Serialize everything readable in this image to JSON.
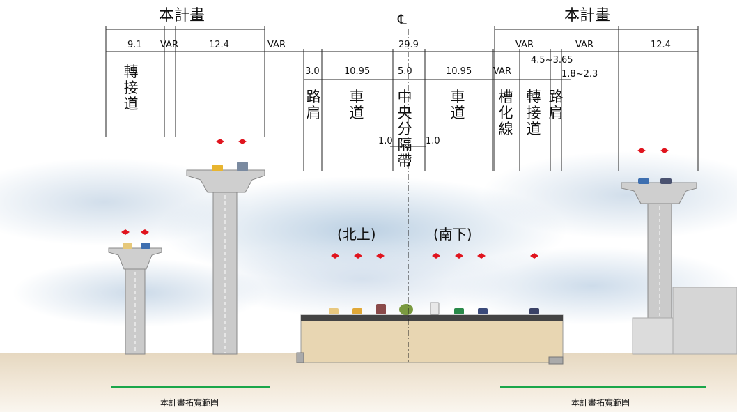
{
  "titles": {
    "left": "本計畫",
    "right": "本計畫",
    "centerline": "℄"
  },
  "dimensions_top": {
    "left_a": "9.1",
    "left_var": "VAR",
    "left_b": "12.4",
    "mid_var": "VAR",
    "total": "29.9",
    "right_var1": "VAR",
    "right_var2": "VAR",
    "right_b": "12.4"
  },
  "dimensions_sub": {
    "shoulder": "3.0",
    "lane_n": "10.95",
    "median": "5.0",
    "lane_s": "10.95",
    "var": "VAR",
    "ramp_range": "4.5~3.65",
    "shoulder_range": "1.8~2.3",
    "median_left": "1.0",
    "median_right": "1.0"
  },
  "labels": {
    "ramp_left": "轉接道",
    "shoulder_left": "路肩",
    "lane_left": "車道",
    "median": "中央分隔帶",
    "lane_right": "車道",
    "channel": "槽化線",
    "ramp_right": "轉接道",
    "shoulder_right": "路肩"
  },
  "directions": {
    "north": "(北上)",
    "south": "(南下)"
  },
  "captions": {
    "left": "本計畫拓寬範圍",
    "right": "本計畫拓寬範圍"
  },
  "colors": {
    "marker": "#e0141e",
    "caption_line": "#1aa64a",
    "structure": "#c9c9c9",
    "lines": "#222222"
  }
}
